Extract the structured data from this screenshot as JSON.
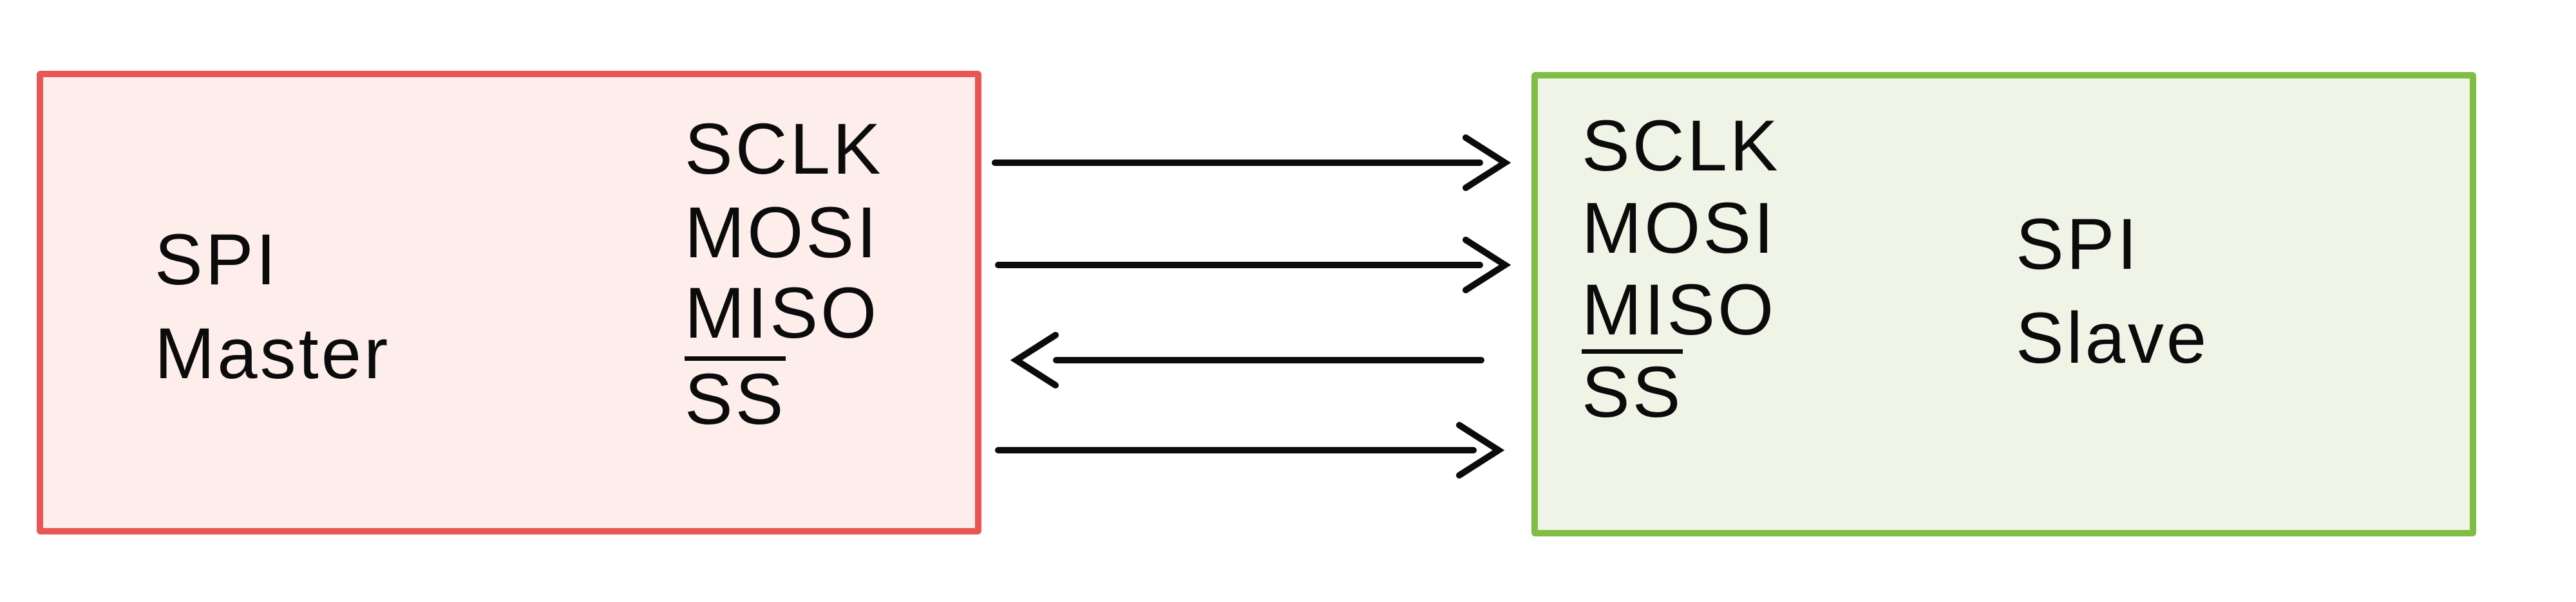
{
  "diagram": {
    "background": "#ffffff",
    "line_color": "#0b0b0b",
    "master": {
      "name": [
        "SPI",
        "Master"
      ],
      "signals": [
        "SCLK",
        "MOSI",
        "MISO",
        "SS"
      ],
      "ss_active_low_overline": true,
      "border_color": "#ea5656",
      "fill_color": "#fdeeec"
    },
    "slave": {
      "name": [
        "SPI",
        "Slave"
      ],
      "signals": [
        "SCLK",
        "MOSI",
        "MISO",
        "SS"
      ],
      "ss_active_low_overline": true,
      "border_color": "#80bd43",
      "fill_color": "#f0f4e7"
    },
    "connections": [
      {
        "signal": "SCLK",
        "direction": "master-to-slave"
      },
      {
        "signal": "MOSI",
        "direction": "master-to-slave"
      },
      {
        "signal": "MISO",
        "direction": "slave-to-master"
      },
      {
        "signal": "SS",
        "direction": "master-to-slave"
      }
    ]
  }
}
